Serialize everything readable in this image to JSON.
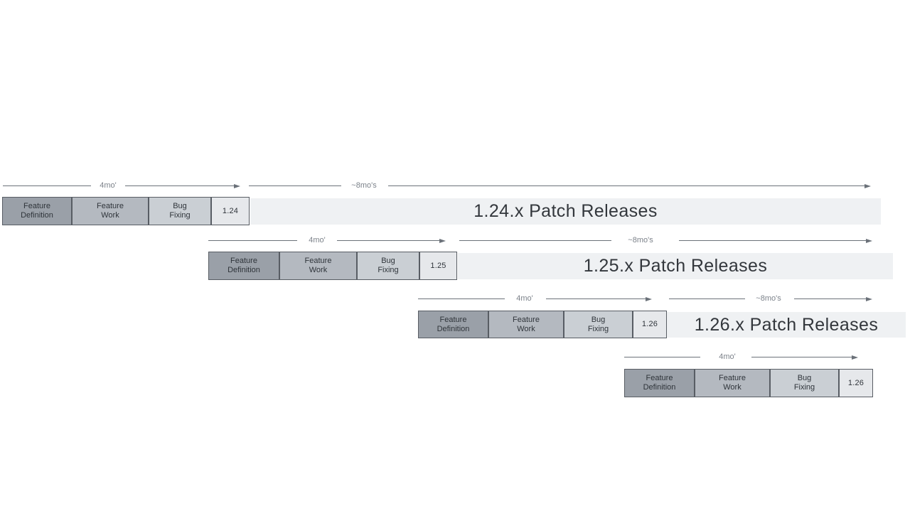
{
  "rows": [
    {
      "version_label": "1.24",
      "dev_arrow_label": "4mo'",
      "patch_arrow_label": "~8mo's",
      "patch_bar_label": "1.24.x Patch Releases",
      "phases": [
        {
          "label": "Feature\nDefinition"
        },
        {
          "label": "Feature\nWork"
        },
        {
          "label": "Bug\nFixing"
        }
      ]
    },
    {
      "version_label": "1.25",
      "dev_arrow_label": "4mo'",
      "patch_arrow_label": "~8mo's",
      "patch_bar_label": "1.25.x Patch Releases",
      "phases": [
        {
          "label": "Feature\nDefinition"
        },
        {
          "label": "Feature\nWork"
        },
        {
          "label": "Bug\nFixing"
        }
      ]
    },
    {
      "version_label": "1.26",
      "dev_arrow_label": "4mo'",
      "patch_arrow_label": "~8mo's",
      "patch_bar_label": "1.26.x Patch Releases",
      "phases": [
        {
          "label": "Feature\nDefinition"
        },
        {
          "label": "Feature\nWork"
        },
        {
          "label": "Bug\nFixing"
        }
      ]
    },
    {
      "version_label": "1.26",
      "dev_arrow_label": "4mo'",
      "phases": [
        {
          "label": "Feature\nDefinition"
        },
        {
          "label": "Feature\nWork"
        },
        {
          "label": "Bug\nFixing"
        }
      ]
    }
  ],
  "colors": {
    "phase_feature_definition": "#9aa0a8",
    "phase_feature_work": "#b4b9c0",
    "phase_bug_fixing": "#cacfd4",
    "version_box": "#e6e8eb",
    "patch_bar": "#eff1f3",
    "box_border": "#585d64",
    "arrow": "#6b7179",
    "arrow_label_text": "#7c828a",
    "box_text": "#2f343a",
    "patch_label_text": "#33373c",
    "background": "#ffffff"
  }
}
